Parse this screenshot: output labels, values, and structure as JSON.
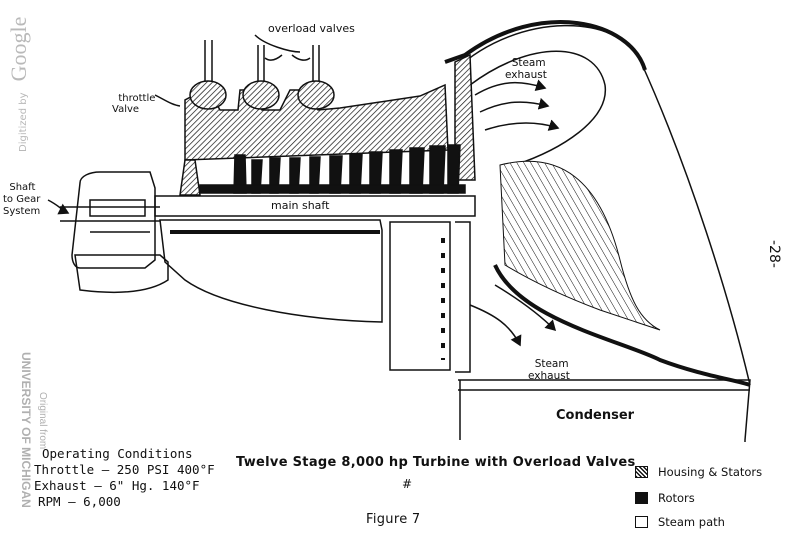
{
  "watermark": {
    "digitized_by": "Digitized by",
    "google": "Google",
    "original_from": "Original from",
    "university": "UNIVERSITY OF MICHIGAN"
  },
  "page_number": "-28-",
  "labels": {
    "overload_valves": "overload valves",
    "throttle_valve": "throttle\nValve",
    "steam_exhaust_top": "Steam\nexhaust",
    "steam_exhaust_bottom": "Steam\nexhaust",
    "shaft_to_gear": "Shaft\nto Gear\nSystem",
    "main_shaft": "main  shaft",
    "condenser": "Condenser"
  },
  "operating_conditions": {
    "heading": "Operating Conditions",
    "throttle": "Throttle – 250 PSI 400°F",
    "exhaust": "Exhaust – 6\" Hg. 140°F",
    "rpm": "RPM   – 6,000"
  },
  "caption": {
    "title": "Twelve Stage 8,000 hp Turbine with Overload Valves",
    "mark": "#",
    "figure": "Figure 7"
  },
  "legend": [
    {
      "label": "Housing & Stators",
      "style": "hatch"
    },
    {
      "label": "Rotors",
      "style": "solid"
    },
    {
      "label": "Steam path",
      "style": "empty"
    }
  ]
}
